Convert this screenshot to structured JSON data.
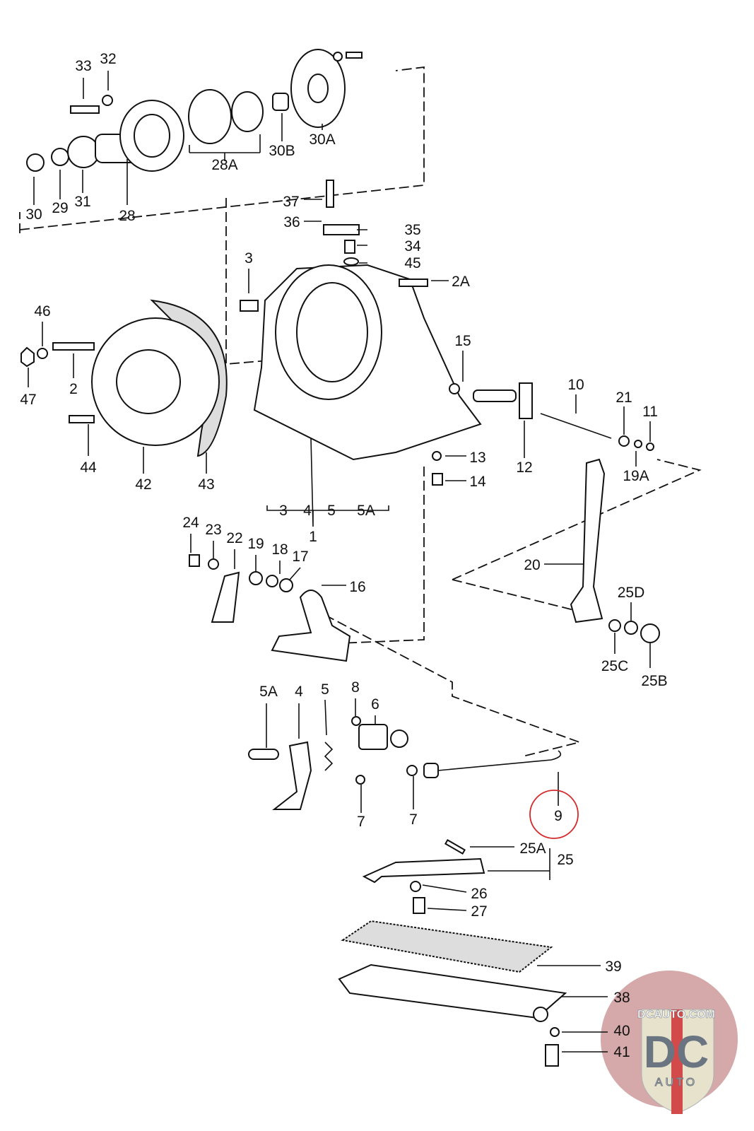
{
  "labels": [
    "33",
    "32",
    "30",
    "29",
    "31",
    "28",
    "28A",
    "30B",
    "30A",
    "37",
    "36",
    "35",
    "34",
    "45",
    "3",
    "2A",
    "46",
    "2",
    "47",
    "44",
    "42",
    "43",
    "15",
    "10",
    "21",
    "11",
    "13",
    "14",
    "12",
    "19A",
    "3",
    "4",
    "5",
    "5A",
    "1",
    "24",
    "23",
    "22",
    "19",
    "18",
    "17",
    "16",
    "20",
    "25D",
    "25C",
    "25B",
    "5A",
    "4",
    "5",
    "8",
    "6",
    "7",
    "7",
    "9",
    "25A",
    "25",
    "26",
    "27",
    "39",
    "38",
    "40",
    "41"
  ],
  "highlight": {
    "label_index": 53,
    "color": "#d42a2a"
  },
  "logo": {
    "text_top": "DCAUTO.COM",
    "text_main": "DC",
    "text_sub": "AUTO",
    "colors": {
      "circle": "#c98f92",
      "shield": "#e6e0c8",
      "letters": "#5f6a78",
      "stripe": "#cf3b3b"
    }
  }
}
